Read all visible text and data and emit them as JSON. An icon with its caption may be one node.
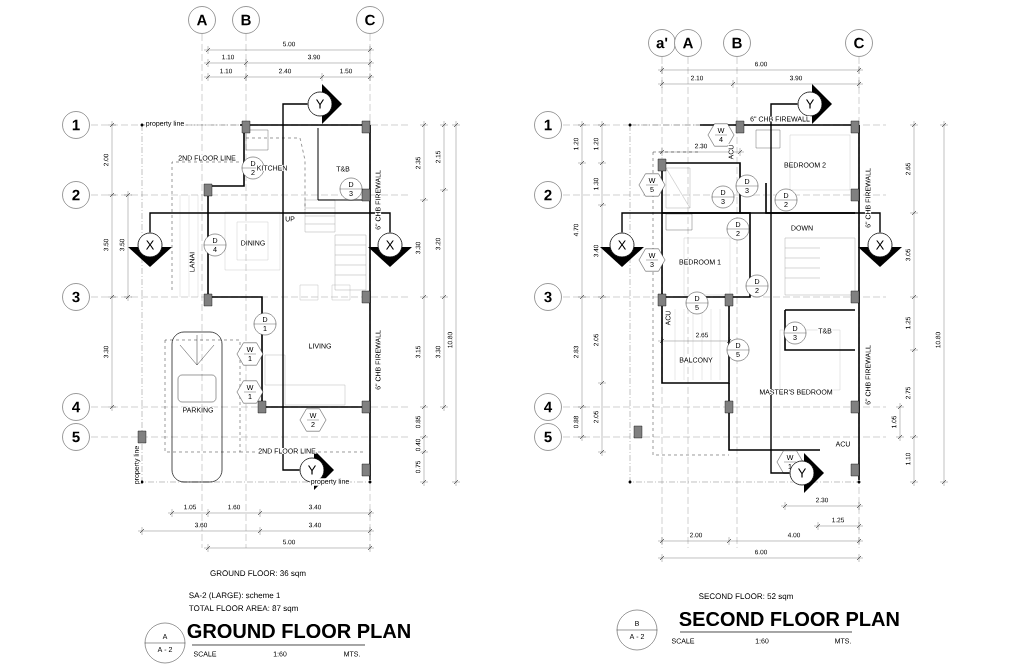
{
  "diagram": {
    "nodes": [
      {
        "text": [
          "A"
        ]
      },
      {
        "text": [
          "B"
        ]
      },
      {
        "text": [
          "C"
        ]
      },
      {
        "text": [
          "Y"
        ]
      },
      {
        "text": [
          "1"
        ]
      },
      {
        "text": [
          "2"
        ]
      },
      {
        "text": [
          "D",
          "2"
        ]
      },
      {
        "text": [
          "D",
          "3"
        ]
      },
      {
        "text": [
          "X"
        ]
      },
      {
        "text": [
          "D",
          "4"
        ]
      },
      {
        "text": [
          "X"
        ]
      },
      {
        "text": [
          "3"
        ]
      },
      {
        "text": [
          "D",
          "1"
        ]
      },
      {
        "text": [
          "W",
          "1"
        ]
      },
      {
        "text": [
          "W",
          "1"
        ]
      },
      {
        "text": [
          "4"
        ]
      },
      {
        "text": [
          "W",
          "2"
        ]
      },
      {
        "text": [
          "5"
        ]
      },
      {
        "text": [
          "Y"
        ]
      },
      {
        "text": [
          "a'"
        ]
      },
      {
        "text": [
          "A"
        ]
      },
      {
        "text": [
          "B"
        ]
      },
      {
        "text": [
          "C"
        ]
      },
      {
        "text": [
          "Y"
        ]
      },
      {
        "text": [
          "1"
        ]
      },
      {
        "text": [
          "W",
          "4"
        ]
      },
      {
        "text": [
          "W",
          "5"
        ]
      },
      {
        "text": [
          "2"
        ]
      },
      {
        "text": [
          "D",
          "3"
        ]
      },
      {
        "text": [
          "D",
          "3"
        ]
      },
      {
        "text": [
          "D",
          "2"
        ]
      },
      {
        "text": [
          "D",
          "2"
        ]
      },
      {
        "text": [
          "X"
        ]
      },
      {
        "text": [
          "X"
        ]
      },
      {
        "text": [
          "W",
          "3"
        ]
      },
      {
        "text": [
          "D",
          "2"
        ]
      },
      {
        "text": [
          "3"
        ]
      },
      {
        "text": [
          "D",
          "5"
        ]
      },
      {
        "text": [
          "D",
          "3"
        ]
      },
      {
        "text": [
          "D",
          "5"
        ]
      },
      {
        "text": [
          "4"
        ]
      },
      {
        "text": [
          "5"
        ]
      },
      {
        "text": [
          "W",
          "1"
        ]
      },
      {
        "text": [
          "Y"
        ]
      },
      {
        "text": [
          "A",
          "A - 2"
        ]
      },
      {
        "text": [
          "B",
          "A - 2"
        ]
      }
    ],
    "edges": [
      {
        "from": 3,
        "to": 18,
        "arrow": "none"
      },
      {
        "from": 8,
        "to": 10,
        "arrow": "none"
      },
      {
        "from": 23,
        "to": 43,
        "arrow": "none"
      },
      {
        "from": 32,
        "to": 33,
        "arrow": "none"
      }
    ],
    "labels": [
      "5.00",
      "1.10",
      "3.90",
      "1.10",
      "2.40",
      "1.50",
      "property line",
      "2.00",
      "2ND FLOOR LINE",
      "KITCHEN",
      "T&B",
      "2.35",
      "2.15",
      "6\" CHB FIREWALL",
      "UP",
      "3.50",
      "3.50",
      "LANAI",
      "DINING",
      "3.30",
      "3.20",
      "10.80",
      "3.30",
      "LIVING",
      "6\" CHB FIREWALL",
      "3.15",
      "3.30",
      "PARKING",
      "0.85",
      "0.40",
      "property line",
      "2ND FLOOR LINE",
      "0.75",
      "property line",
      "1.05",
      "1.60",
      "3.40",
      "3.60",
      "3.40",
      "5.00",
      "6.00",
      "2.10",
      "3.90",
      "6\" CHB FIREWALL",
      "1.20",
      "1.20",
      "ACU",
      "2.30",
      "BEDROOM 2",
      "2.65",
      "1.30",
      "6\" CHB FIREWALL",
      "DOWN",
      "4.70",
      "3.40",
      "BEDROOM 1",
      "3.05",
      "10.80",
      "ACU",
      "1.25",
      "T&B",
      "2.65",
      "2.05",
      "BALCONY",
      "2.83",
      "6\" CHB FIREWALL",
      "MASTER'S BEDROOM",
      "2.75",
      "0.88",
      "2.05",
      "1.05",
      "ACU",
      "1.10",
      "2.30",
      "1.25",
      "2.00",
      "4.00",
      "6.00",
      "GROUND FLOOR: 36 sqm",
      "SA-2 (LARGE): scheme 1",
      "TOTAL FLOOR AREA: 87 sqm",
      "GROUND FLOOR PLAN",
      "SCALE",
      "1:60",
      "MTS.",
      "SECOND FLOOR: 52 sqm",
      "SECOND FLOOR PLAN",
      "SCALE",
      "1:60",
      "MTS."
    ]
  }
}
